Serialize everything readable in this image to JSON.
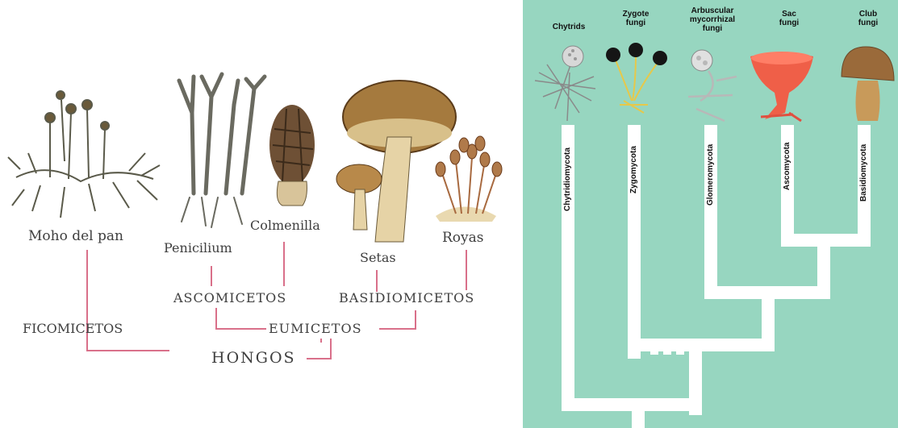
{
  "left_diagram": {
    "organisms": {
      "moho": "Moho del pan",
      "penicilium": "Penicilium",
      "colmenilla": "Colmenilla",
      "setas": "Setas",
      "royas": "Royas"
    },
    "groups": {
      "ascomicetos": "ASCOMICETOS",
      "basidiomicetos": "BASIDIOMICETOS",
      "ficomicetos": "FICOMICETOS",
      "eumicetos": "EUMICETOS",
      "hongos": "HONGOS"
    },
    "line_color": "#d9708a"
  },
  "right_diagram": {
    "common_names": {
      "chytrids": "Chytrids",
      "zygote": "Zygote\nfungi",
      "arbuscular": "Arbuscular\nmycorrhizal\nfungi",
      "sac": "Sac\nfungi",
      "club": "Club\nfungi"
    },
    "phyla": {
      "chytridiomycota": "Chytridiomycota",
      "zygomycota": "Zygomycota",
      "glomeromycota": "Glomeromycota",
      "ascomycota": "Ascomycota",
      "basidiomycota": "Basidiomycota"
    },
    "background": "#97d6c0",
    "branch_color": "#ffffff"
  }
}
